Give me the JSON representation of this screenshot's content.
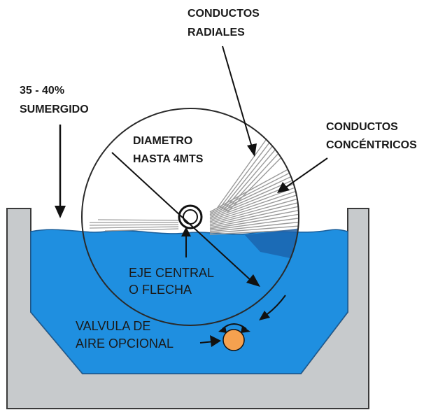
{
  "labels": {
    "submerged_line1": "35 - 40%",
    "submerged_line2": "SUMERGIDO",
    "radial_line1": "CONDUCTOS",
    "radial_line2": "RADIALES",
    "concentric_line1": "CONDUCTOS",
    "concentric_line2": "CONCÉNTRICOS",
    "diameter_line1": "DIAMETRO",
    "diameter_line2": "HASTA 4MTS",
    "axis_line1": "EJE CENTRAL",
    "axis_line2": "O FLECHA",
    "valve_line1": "VALVULA DE",
    "valve_line2": "AIRE OPCIONAL"
  },
  "colors": {
    "tank": "#c7cacc",
    "tank_outline": "#3a3a3a",
    "water": "#1f8fe0",
    "valve": "#f5a14f",
    "duct_lines": "#9a9a9a",
    "label_text": "#1a1a1a"
  }
}
